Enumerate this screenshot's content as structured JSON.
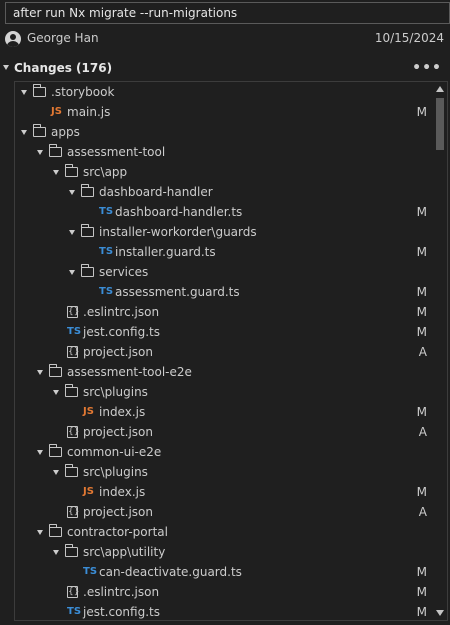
{
  "commit_message": "after run Nx migrate --run-migrations",
  "author": {
    "name": "George Han",
    "date": "10/15/2024",
    "avatar_icon": "account-icon"
  },
  "changes": {
    "title": "Changes (176)",
    "more_label": "•••"
  },
  "tree": [
    {
      "kind": "folder",
      "depth": 0,
      "expanded": true,
      "label": ".storybook",
      "status": ""
    },
    {
      "kind": "file",
      "type": "js",
      "icon": "JS",
      "depth": 1,
      "label": "main.js",
      "status": "M"
    },
    {
      "kind": "folder",
      "depth": 0,
      "expanded": true,
      "label": "apps",
      "status": ""
    },
    {
      "kind": "folder",
      "depth": 1,
      "expanded": true,
      "label": "assessment-tool",
      "status": ""
    },
    {
      "kind": "folder",
      "depth": 2,
      "expanded": true,
      "label": "src\\app",
      "status": ""
    },
    {
      "kind": "folder",
      "depth": 3,
      "expanded": true,
      "label": "dashboard-handler",
      "status": ""
    },
    {
      "kind": "file",
      "type": "ts",
      "icon": "TS",
      "depth": 4,
      "label": "dashboard-handler.ts",
      "status": "M"
    },
    {
      "kind": "folder",
      "depth": 3,
      "expanded": true,
      "label": "installer-workorder\\guards",
      "status": ""
    },
    {
      "kind": "file",
      "type": "ts",
      "icon": "TS",
      "depth": 4,
      "label": "installer.guard.ts",
      "status": "M"
    },
    {
      "kind": "folder",
      "depth": 3,
      "expanded": true,
      "label": "services",
      "status": ""
    },
    {
      "kind": "file",
      "type": "ts",
      "icon": "TS",
      "depth": 4,
      "label": "assessment.guard.ts",
      "status": "M"
    },
    {
      "kind": "file",
      "type": "json",
      "icon": "{}",
      "depth": 2,
      "label": ".eslintrc.json",
      "status": "M"
    },
    {
      "kind": "file",
      "type": "ts",
      "icon": "TS",
      "depth": 2,
      "label": "jest.config.ts",
      "status": "M"
    },
    {
      "kind": "file",
      "type": "json",
      "icon": "{}",
      "depth": 2,
      "label": "project.json",
      "status": "A"
    },
    {
      "kind": "folder",
      "depth": 1,
      "expanded": true,
      "label": "assessment-tool-e2e",
      "status": ""
    },
    {
      "kind": "folder",
      "depth": 2,
      "expanded": true,
      "label": "src\\plugins",
      "status": ""
    },
    {
      "kind": "file",
      "type": "js",
      "icon": "JS",
      "depth": 3,
      "label": "index.js",
      "status": "M"
    },
    {
      "kind": "file",
      "type": "json",
      "icon": "{}",
      "depth": 2,
      "label": "project.json",
      "status": "A"
    },
    {
      "kind": "folder",
      "depth": 1,
      "expanded": true,
      "label": "common-ui-e2e",
      "status": ""
    },
    {
      "kind": "folder",
      "depth": 2,
      "expanded": true,
      "label": "src\\plugins",
      "status": ""
    },
    {
      "kind": "file",
      "type": "js",
      "icon": "JS",
      "depth": 3,
      "label": "index.js",
      "status": "M"
    },
    {
      "kind": "file",
      "type": "json",
      "icon": "{}",
      "depth": 2,
      "label": "project.json",
      "status": "A"
    },
    {
      "kind": "folder",
      "depth": 1,
      "expanded": true,
      "label": "contractor-portal",
      "status": ""
    },
    {
      "kind": "folder",
      "depth": 2,
      "expanded": true,
      "label": "src\\app\\utility",
      "status": ""
    },
    {
      "kind": "file",
      "type": "ts",
      "icon": "TS",
      "depth": 3,
      "label": "can-deactivate.guard.ts",
      "status": "M"
    },
    {
      "kind": "file",
      "type": "json",
      "icon": "{}",
      "depth": 2,
      "label": ".eslintrc.json",
      "status": "M"
    },
    {
      "kind": "file",
      "type": "ts",
      "icon": "TS",
      "depth": 2,
      "label": "jest.config.ts",
      "status": "M"
    }
  ],
  "colors": {
    "background": "#1f1f1f",
    "text": "#cccccc",
    "js_icon": "#e37933",
    "ts_icon": "#3b8ed8",
    "border": "#3c3c3c"
  }
}
